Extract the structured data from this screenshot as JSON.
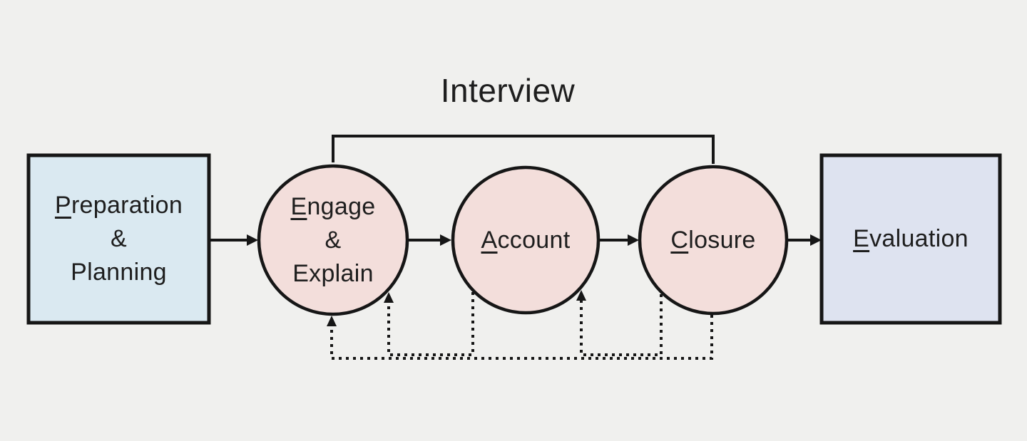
{
  "title": "Interview",
  "colors": {
    "canvas_bg": "#f0f0ee",
    "box_left_fill": "#dae9f1",
    "box_right_fill": "#dee3f0",
    "circle_fill": "#f3dedb",
    "stroke": "#161616",
    "text": "#1e1e1e"
  },
  "nodes": {
    "preparation": {
      "initial": "P",
      "after_initial": "reparation",
      "line2": "&",
      "line3": "Planning"
    },
    "engage": {
      "initial": "E",
      "after_initial": "ngage",
      "line2": "&",
      "line3": "Explain"
    },
    "account": {
      "initial": "A",
      "after_initial": "ccount"
    },
    "closure": {
      "initial": "C",
      "after_initial": "losure"
    },
    "evaluation": {
      "initial": "E",
      "after_initial": "valuation"
    }
  },
  "connections": {
    "forward_solid": [
      {
        "from": "preparation",
        "to": "engage"
      },
      {
        "from": "engage",
        "to": "account"
      },
      {
        "from": "account",
        "to": "closure"
      },
      {
        "from": "closure",
        "to": "evaluation"
      }
    ],
    "feedback_dotted": [
      {
        "from": "account",
        "to": "engage"
      },
      {
        "from": "closure",
        "to": "account"
      },
      {
        "from": "closure",
        "to": "engage"
      }
    ],
    "bracket": {
      "label": "Interview",
      "spans": [
        "engage",
        "closure"
      ]
    }
  }
}
